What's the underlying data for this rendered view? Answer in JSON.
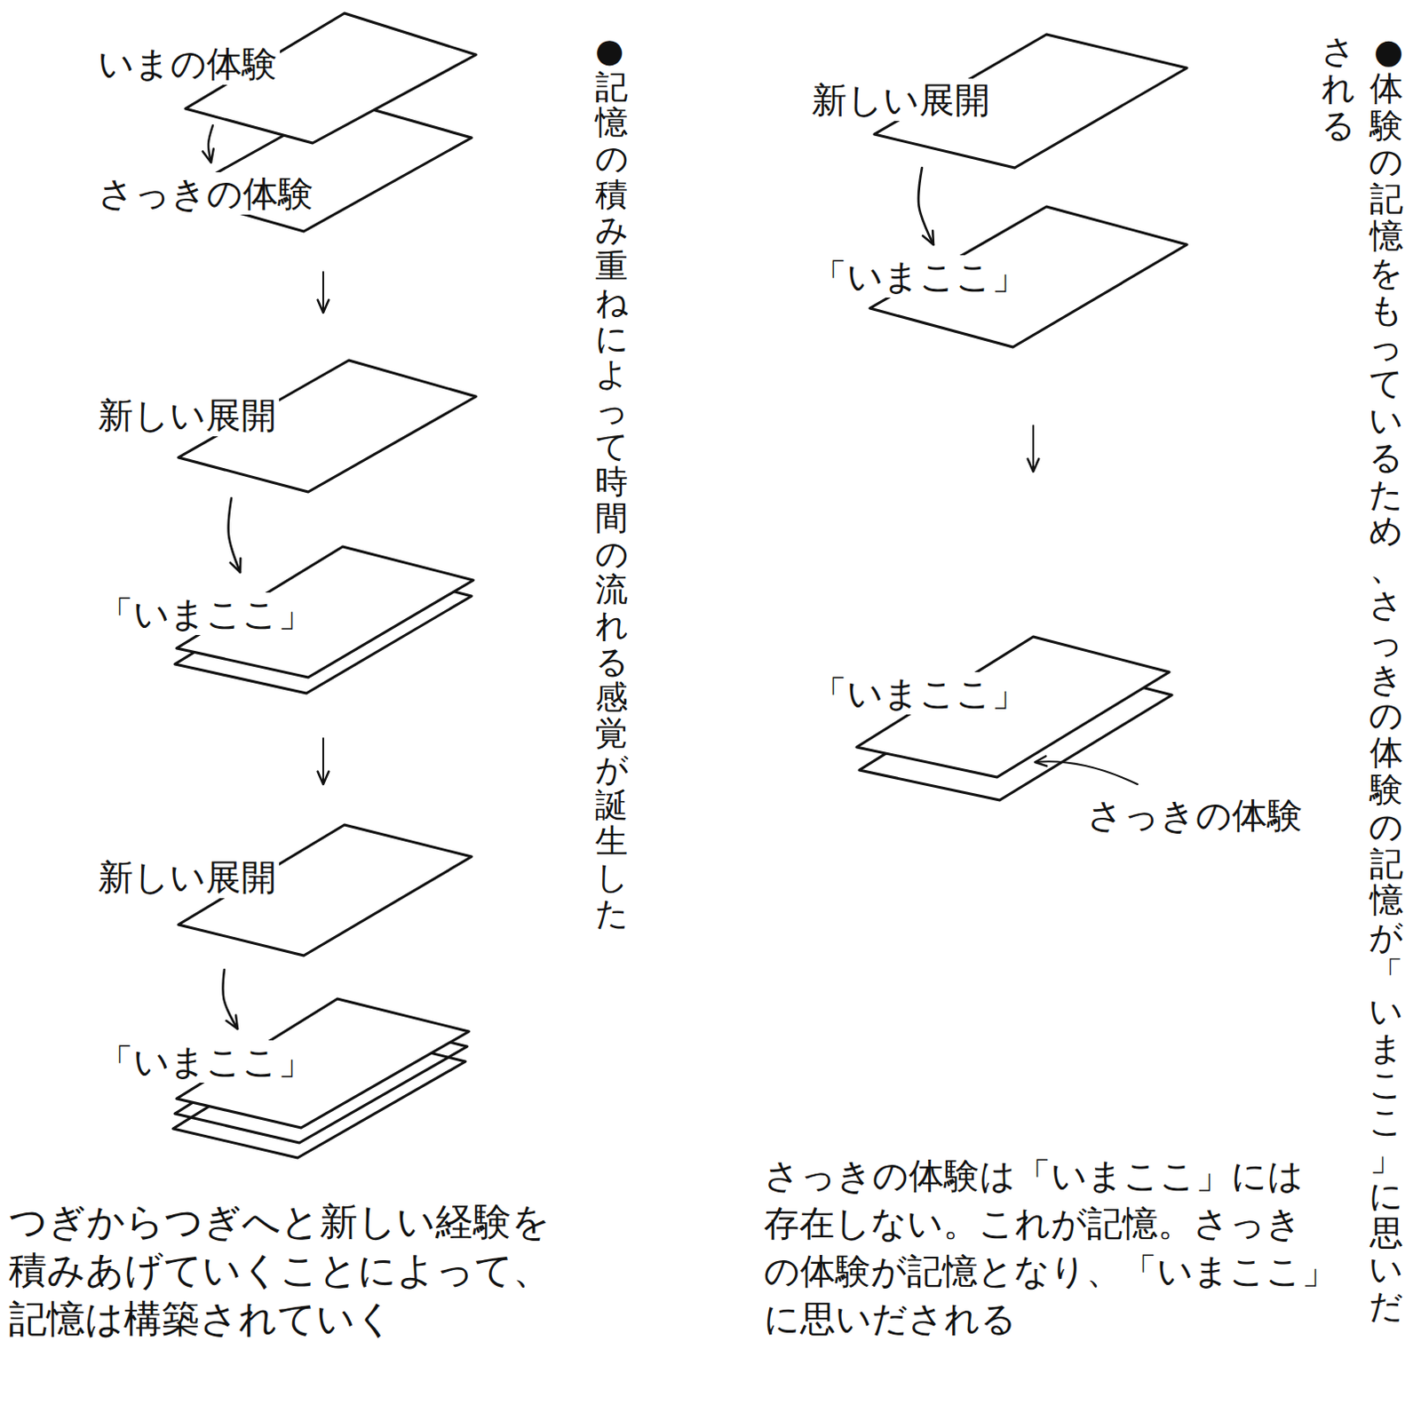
{
  "diagram": {
    "nodes": [
      {
        "text": [
          "新しい展開"
        ]
      },
      {
        "text": [
          "「いまここ」"
        ]
      },
      {
        "text": [
          "「いまここ」"
        ]
      },
      {
        "text": [
          "いまの体験"
        ]
      },
      {
        "text": [
          "さっきの体験"
        ]
      },
      {
        "text": [
          "新しい展開"
        ]
      },
      {
        "text": [
          "「いまここ」"
        ]
      },
      {
        "text": [
          "新しい展開"
        ]
      },
      {
        "text": [
          "「いまここ」"
        ]
      }
    ],
    "edges": [
      {
        "from": 0,
        "to": 1,
        "arrow": "to"
      },
      {
        "from": 1,
        "to": 2,
        "arrow": "to"
      },
      {
        "from": 3,
        "to": 4,
        "arrow": "to"
      },
      {
        "from": 4,
        "to": 5,
        "arrow": "to"
      },
      {
        "from": 5,
        "to": 6,
        "arrow": "to"
      },
      {
        "from": 6,
        "to": 7,
        "arrow": "to"
      },
      {
        "from": 7,
        "to": 8,
        "arrow": "to"
      }
    ],
    "labels": [
      "●体験の記憶をもっているため、さっきの体験の記憶が「いまここ」に思いだ される",
      "さっきの体験",
      "さっきの体験は「いまここ」には 存在しない。これが記憶。さっき の体験が記憶となり、「いまここ」 に思いだされる",
      "●記憶の積み重ねによって時間の流れる感覚が誕生した",
      "つぎからつぎへと新しい経験を 積みあげていくことによって、 記憶は構築されていく"
    ]
  }
}
